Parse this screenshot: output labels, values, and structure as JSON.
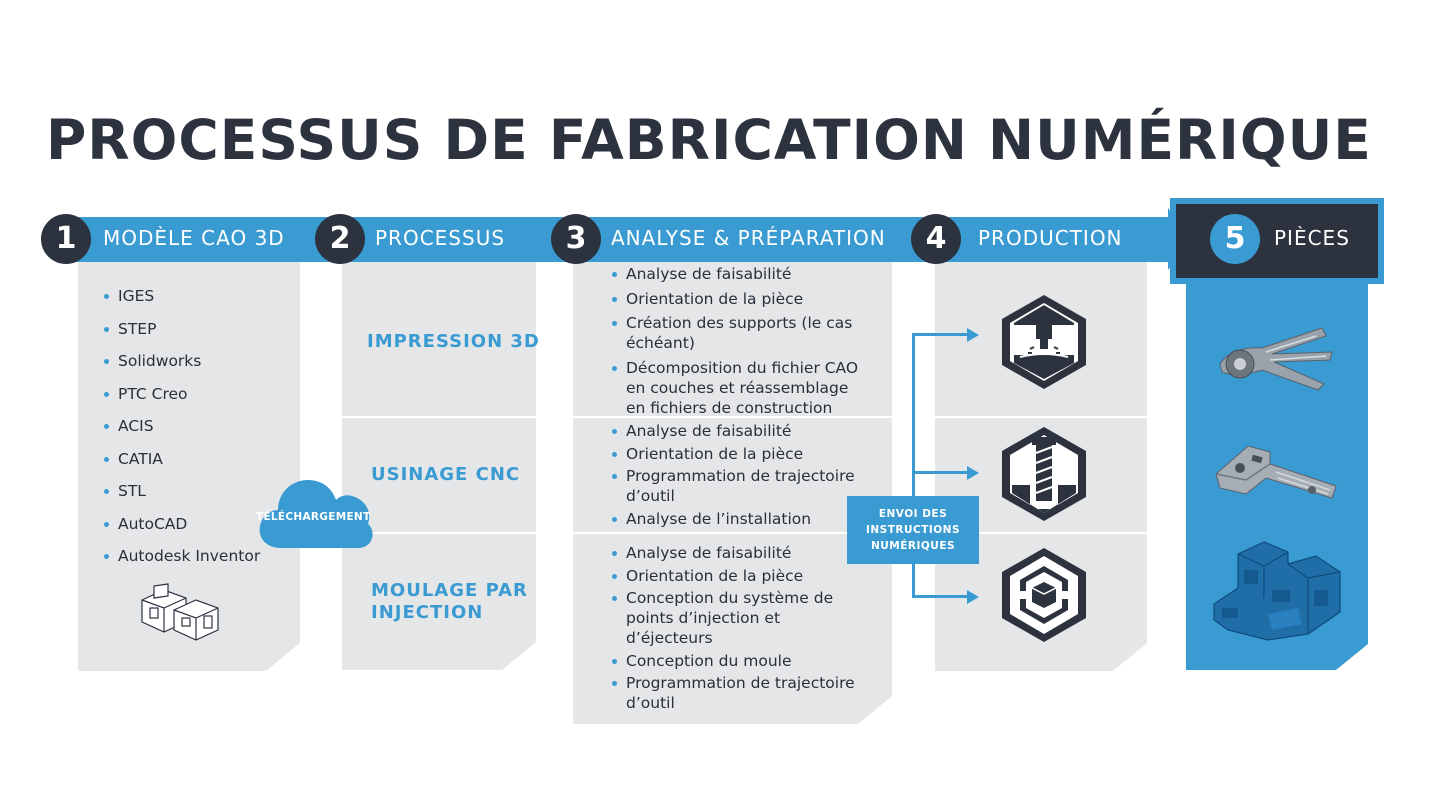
{
  "title": "PROCESSUS DE FABRICATION NUMÉRIQUE",
  "colors": {
    "accent": "#3a9bd3",
    "dark": "#2d323f",
    "panel": "#e4e6e8"
  },
  "steps": [
    {
      "number": "1",
      "label": "MODÈLE CAO 3D"
    },
    {
      "number": "2",
      "label": "PROCESSUS"
    },
    {
      "number": "3",
      "label": "ANALYSE & PRÉPARATION"
    },
    {
      "number": "4",
      "label": "PRODUCTION"
    },
    {
      "number": "5",
      "label": "PIÈCES"
    }
  ],
  "formats": [
    "IGES",
    "STEP",
    "Solidworks",
    "PTC Creo",
    "ACIS",
    "CATIA",
    "STL",
    "AutoCAD",
    "Autodesk Inventor"
  ],
  "upload_label": "TÉLÉCHARGEMENT",
  "processes": [
    {
      "label_line1": "IMPRESSION 3D",
      "label_line2": ""
    },
    {
      "label_line1": "USINAGE CNC",
      "label_line2": ""
    },
    {
      "label_line1": "MOULAGE PAR",
      "label_line2": "INJECTION"
    }
  ],
  "analysis": {
    "printing": [
      "Analyse de faisabilité",
      "Orientation de la pièce",
      "Création des supports (le cas",
      "échéant)",
      "Décomposition du fichier CAO",
      "en couches et réassemblage",
      "en fichiers de construction"
    ],
    "cnc": [
      "Analyse de faisabilité",
      "Orientation de la pièce",
      "Programmation de trajectoire",
      "d’outil",
      "Analyse de l’installation"
    ],
    "molding": [
      "Analyse de faisabilité",
      "Orientation de la pièce",
      "Conception du système de",
      "points d’injection et",
      "d’éjecteurs",
      "Conception du moule",
      "Programmation de trajectoire",
      "d’outil"
    ]
  },
  "send": {
    "line1": "ENVOI DES",
    "line2": "INSTRUCTIONS",
    "line3": "NUMÉRIQUES"
  },
  "icons": [
    "cad-model-icon",
    "cloud-icon",
    "3d-printer-icon",
    "cnc-drill-icon",
    "injection-mold-icon",
    "gripper-part-icon",
    "machined-part-icon",
    "molded-part-icon"
  ]
}
